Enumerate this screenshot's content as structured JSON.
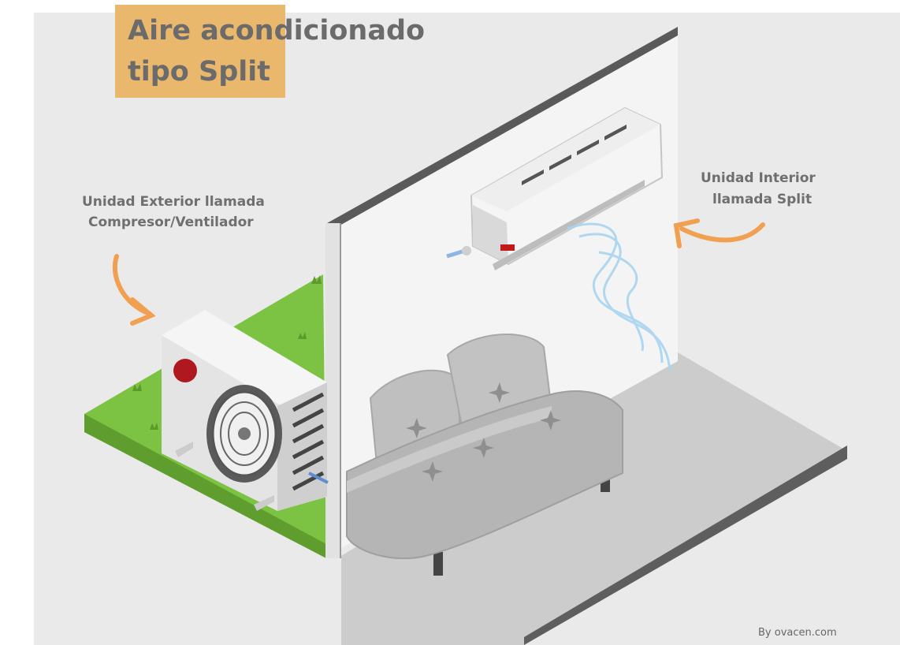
{
  "title": {
    "line1": "Aire acondicionado",
    "line2": "tipo Split"
  },
  "labels": {
    "exterior": {
      "line1": "Unidad Exterior llamada",
      "line2": "Compresor/Ventilador"
    },
    "interior": {
      "line1": "Unidad Interior",
      "line2": "llamada Split"
    }
  },
  "credit": "By ovacen.com",
  "colors": {
    "background": "#eaeaea",
    "title_box": "#e9b86c",
    "grass": "#7cc243",
    "arrow": "#f0a050",
    "wall": "#f3f3f3",
    "wall_edge": "#5a5a5a",
    "sofa": "#b8b8b8",
    "airflow": "#a9d4f0"
  },
  "icons": [
    "outdoor-unit-icon",
    "indoor-unit-icon",
    "sofa-icon",
    "arrow-icon",
    "airflow-icon",
    "grass-icon"
  ]
}
